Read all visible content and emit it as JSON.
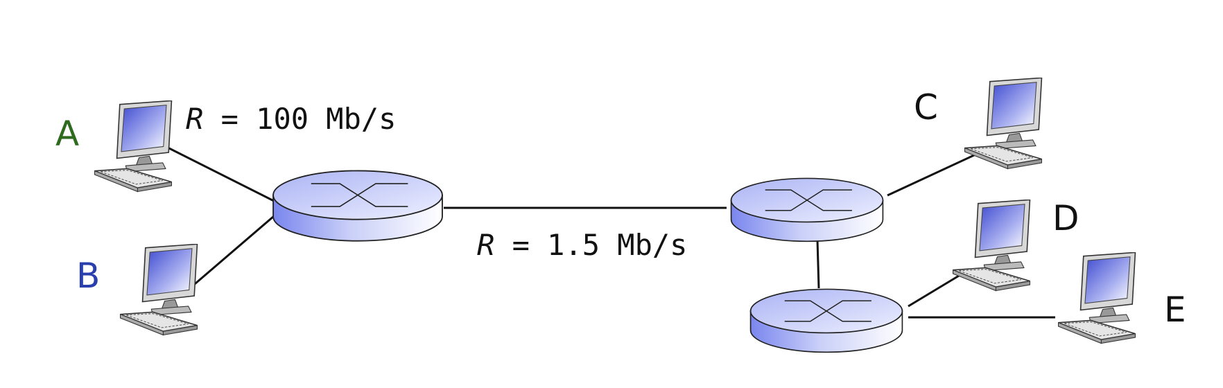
{
  "hosts": [
    {
      "id": "A",
      "label": "A",
      "color": "#2f6b1f"
    },
    {
      "id": "B",
      "label": "B",
      "color": "#2a3fae"
    },
    {
      "id": "C",
      "label": "C",
      "color": "#111111"
    },
    {
      "id": "D",
      "label": "D",
      "color": "#111111"
    },
    {
      "id": "E",
      "label": "E",
      "color": "#111111"
    }
  ],
  "links": {
    "access": {
      "var": "R",
      "rest": " = 100 Mb/s"
    },
    "core": {
      "var": "R",
      "rest": " = 1.5 Mb/s"
    }
  },
  "icons": {
    "host": "desktop-computer-icon",
    "router": "router-icon"
  },
  "colors": {
    "router_fill": "#9aa6f0",
    "screen": "#5560d8"
  }
}
